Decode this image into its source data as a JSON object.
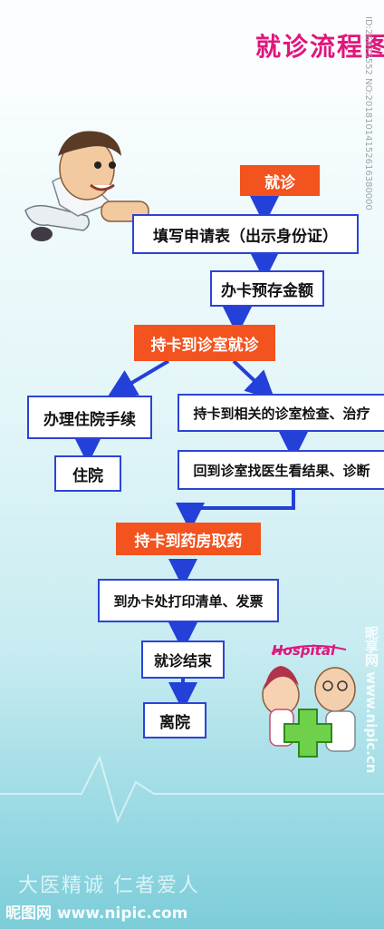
{
  "title": "就诊流程图",
  "id_text": "ID:26875552 NO:20181014152616380000",
  "steps": {
    "visit": "就诊",
    "fill_form": "填写申请表（出示身份证）",
    "card_deposit": "办卡预存金额",
    "card_to_clinic": "持卡到诊室就诊",
    "admission": "办理住院手续",
    "hospitalize": "住院",
    "exam_treat": "持卡到相关的诊室检查、治疗",
    "back_to_doctor": "回到诊室找医生看结果、诊断",
    "pharmacy": "持卡到药房取药",
    "print_invoice": "到办卡处打印清单、发票",
    "end_visit": "就诊结束",
    "leave": "离院"
  },
  "hospital_sign": "Hospital",
  "slogan": "大医精诚  仁者爱人",
  "watermark_left": "昵图网 www.nipic.com",
  "watermark_right": "昵享网 www.nipic.cn",
  "colors": {
    "orange": "#f2531f",
    "blue_border": "#2c43d6",
    "arrow": "#2340d8",
    "title": "#e0167c"
  }
}
